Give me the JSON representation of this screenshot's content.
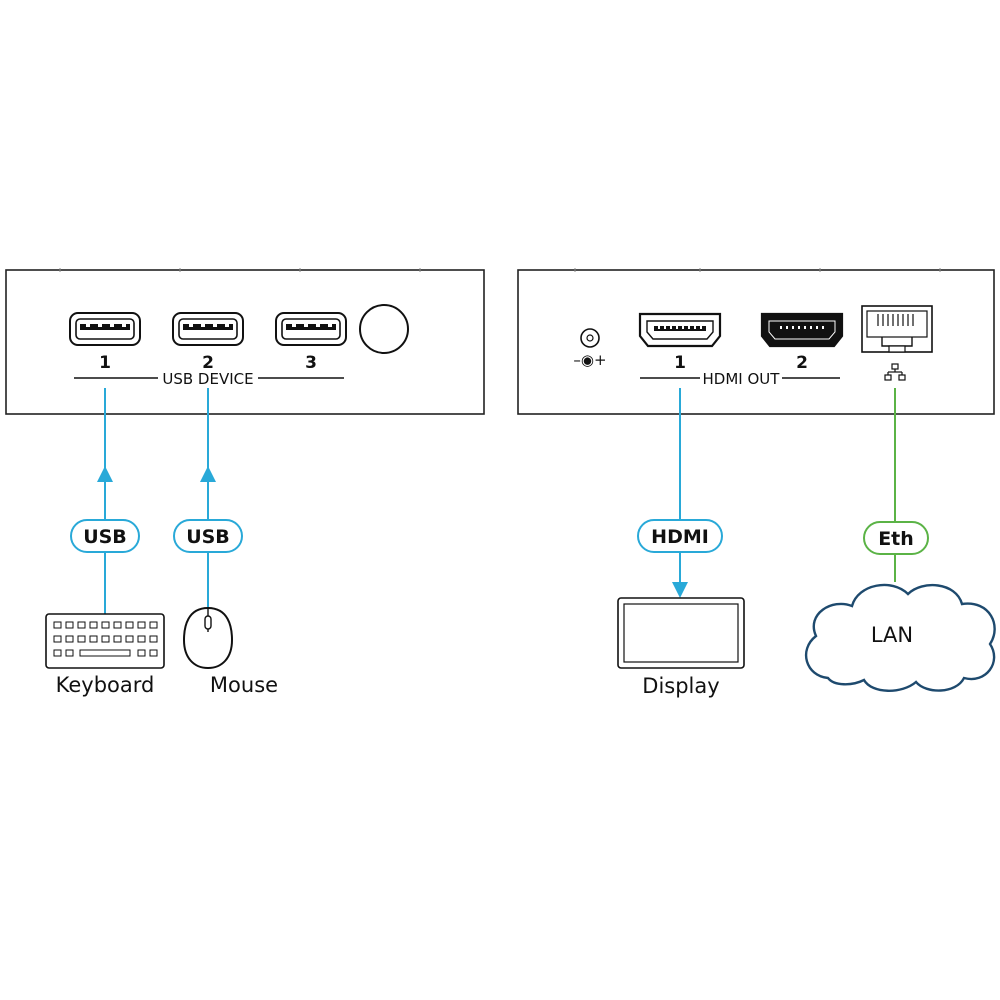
{
  "left_panel": {
    "ports": [
      {
        "number": "1"
      },
      {
        "number": "2"
      },
      {
        "number": "3"
      }
    ],
    "group_label": "USB DEVICE"
  },
  "right_panel": {
    "power_label": "–◉+",
    "hdmi_ports": [
      {
        "number": "1"
      },
      {
        "number": "2"
      }
    ],
    "hdmi_group_label": "HDMI OUT"
  },
  "connections": {
    "usb_1": {
      "label": "USB"
    },
    "usb_2": {
      "label": "USB"
    },
    "hdmi": {
      "label": "HDMI"
    },
    "eth": {
      "label": "Eth"
    }
  },
  "devices": {
    "keyboard": "Keyboard",
    "mouse": "Mouse",
    "display": "Display",
    "lan": "LAN"
  },
  "colors": {
    "usb_hdmi_line": "#29a9d8",
    "eth_line": "#5bb346",
    "lan_cloud": "#1e4a6e",
    "panel_stroke": "#222222"
  }
}
